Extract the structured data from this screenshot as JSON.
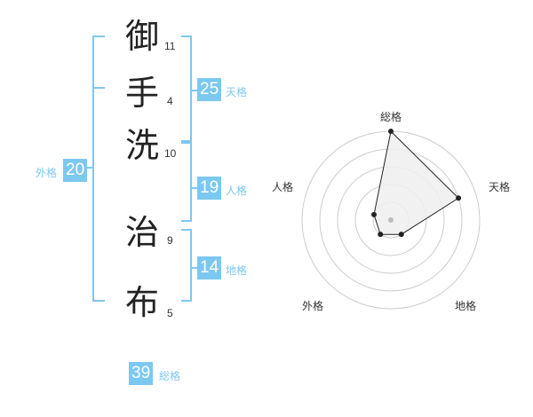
{
  "name": {
    "characters": [
      {
        "char": "御",
        "strokes": "11"
      },
      {
        "char": "手",
        "strokes": "4"
      },
      {
        "char": "洗",
        "strokes": "10"
      },
      {
        "char": "治",
        "strokes": "9"
      },
      {
        "char": "布",
        "strokes": "5"
      }
    ]
  },
  "fortunes": {
    "tenkaku": {
      "value": "25",
      "label": "天格"
    },
    "jinkaku": {
      "value": "19",
      "label": "人格"
    },
    "chikaku": {
      "value": "14",
      "label": "地格"
    },
    "gaikaku": {
      "value": "20",
      "label": "外格"
    },
    "soukaku": {
      "value": "39",
      "label": "総格"
    }
  },
  "colors": {
    "accent": "#7cc8f0",
    "text": "#333333",
    "grid": "#cccccc"
  },
  "chart_data": {
    "type": "radar",
    "axes": [
      "総格",
      "天格",
      "地格",
      "外格",
      "人格"
    ],
    "values": [
      5,
      4,
      1,
      1,
      1
    ],
    "rmax": 5,
    "rings": 5
  }
}
